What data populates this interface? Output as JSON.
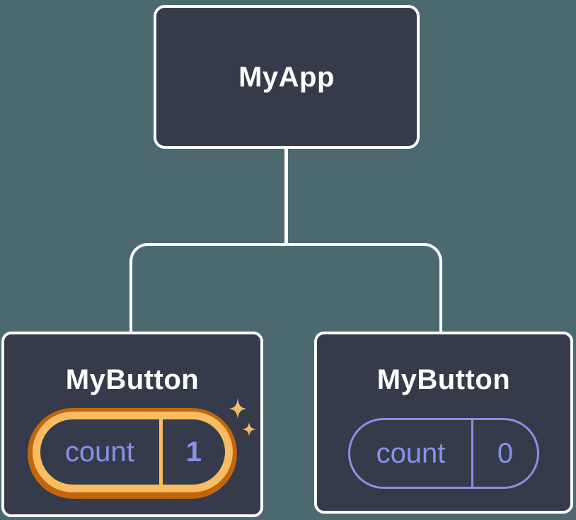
{
  "diagram": {
    "root_node": {
      "label": "MyApp"
    },
    "child_nodes": [
      {
        "label": "MyButton",
        "state": {
          "name": "count",
          "value": "1"
        },
        "highlighted": true
      },
      {
        "label": "MyButton",
        "state": {
          "name": "count",
          "value": "0"
        },
        "highlighted": false
      }
    ]
  },
  "icons": {
    "sparkles": "sparkles-icon"
  },
  "colors": {
    "background": "#4C6970",
    "node_fill": "#353B4A",
    "node_border": "#FFFFFF",
    "connector_line": "#FFFFFF",
    "state_accent_purple": "#8B90E8",
    "highlight_gold": "#FABC63",
    "highlight_burnt_orange": "#C2660E",
    "sparkle_gold": "#F5C06B"
  }
}
